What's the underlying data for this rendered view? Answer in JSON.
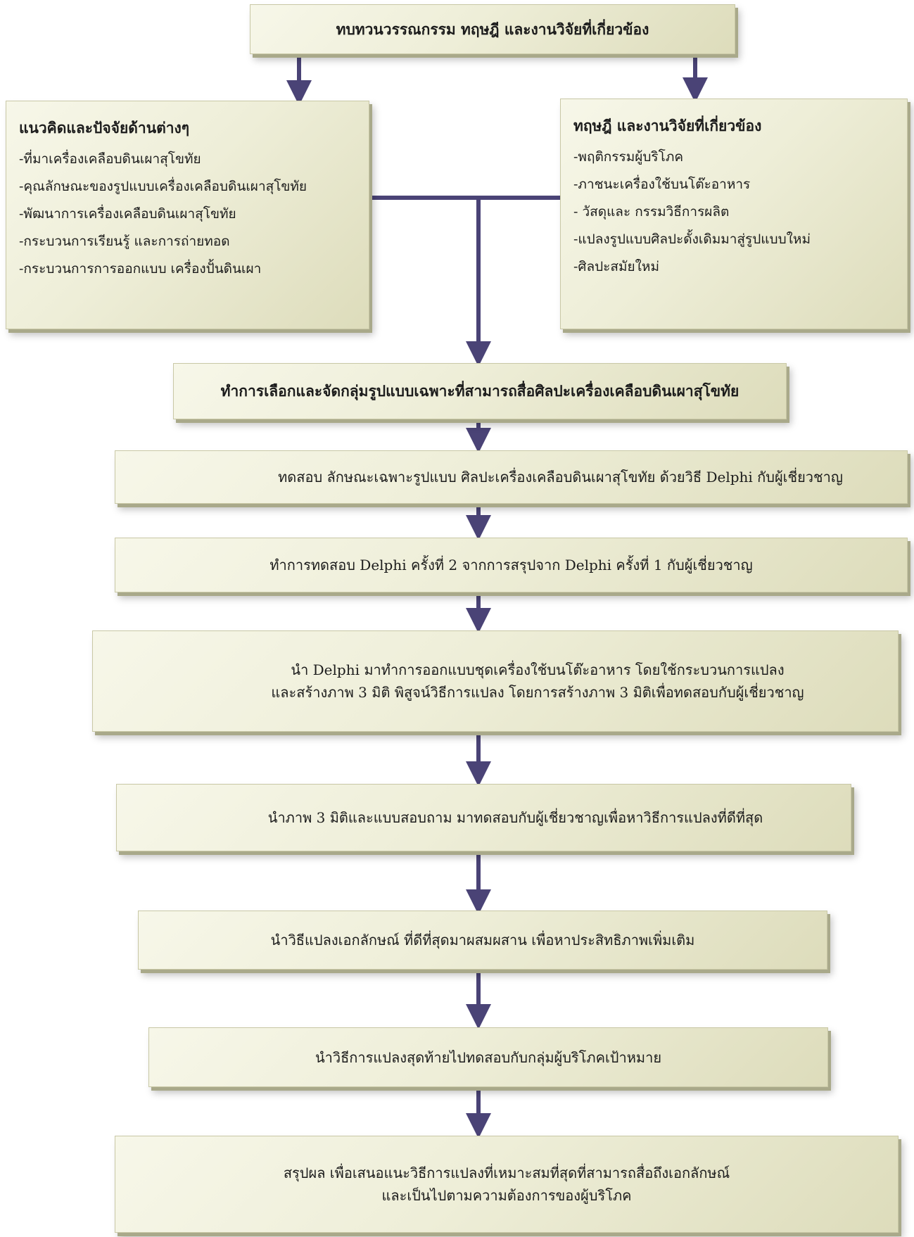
{
  "top": {
    "title": "ทบทวนวรรณกรรม ทฤษฎี และงานวิจัยที่เกี่ยวข้อง"
  },
  "left_box": {
    "title": "แนวคิดและปัจจัยด้านต่างๆ",
    "items": [
      "-ที่มาเครื่องเคลือบดินเผาสุโขทัย",
      "-คุณลักษณะของรูปแบบเครื่องเคลือบดินเผาสุโขทัย",
      "-พัฒนาการเครื่องเคลือบดินเผาสุโขทัย",
      "-กระบวนการเรียนรู้ และการถ่ายทอด",
      "-กระบวนการการออกแบบ เครื่องปั้นดินเผา"
    ]
  },
  "right_box": {
    "title": "ทฤษฎี และงานวิจัยที่เกี่ยวข้อง",
    "items": [
      "-พฤติกรรมผู้บริโภค",
      "-ภาชนะเครื่องใช้บนโต๊ะอาหาร",
      "- วัสดุและ กรรมวิธีการผลิต",
      "-แปลงรูปแบบศิลปะดั้งเดิมมาสู่รูปแบบใหม่",
      "-ศิลปะสมัยใหม่"
    ]
  },
  "steps": [
    {
      "lines": [
        "ทำการเลือกและจัดกลุ่มรูปแบบเฉพาะที่สามารถสื่อศิลปะเครื่องเคลือบดินเผาสุโขทัย"
      ]
    },
    {
      "lines": [
        "ทดสอบ ลักษณะเฉพาะรูปแบบ ศิลปะเครื่องเคลือบดินเผาสุโขทัย ด้วยวิธี Delphi กับผู้เชี่ยวชาญ"
      ]
    },
    {
      "lines": [
        "ทำการทดสอบ Delphi ครั้งที่ 2 จากการสรุปจาก Delphi ครั้งที่ 1 กับผู้เชี่ยวชาญ"
      ]
    },
    {
      "lines": [
        "นำ Delphi มาทำการออกแบบชุดเครื่องใช้บนโต๊ะอาหาร โดยใช้กระบวนการแปลง",
        "และสร้างภาพ 3 มิติ พิสูจน์วิธีการแปลง โดยการสร้างภาพ 3 มิติเพื่อทดสอบกับผู้เชี่ยวชาญ"
      ]
    },
    {
      "lines": [
        "นำภาพ 3 มิติและแบบสอบถาม มาทดสอบกับผู้เชี่ยวชาญเพื่อหาวิธีการแปลงที่ดีที่สุด"
      ]
    },
    {
      "lines": [
        "นำวิธีแปลงเอกลักษณ์ ที่ดีที่สุดมาผสมผสาน เพื่อหาประสิทธิภาพเพิ่มเติม"
      ]
    },
    {
      "lines": [
        "นำวิธีการแปลงสุดท้ายไปทดสอบกับกลุ่มผู้บริโภคเป้าหมาย"
      ]
    },
    {
      "lines": [
        "สรุปผล เพื่อเสนอแนะวิธีการแปลงที่เหมาะสมที่สุดที่สามารถสื่อถึงเอกลักษณ์",
        "และเป็นไปตามความต้องการของผู้บริโภค"
      ]
    }
  ],
  "colors": {
    "arrow": "#4a4376",
    "box_light": "#f7f7e9",
    "box_dark": "#dddcbb"
  }
}
